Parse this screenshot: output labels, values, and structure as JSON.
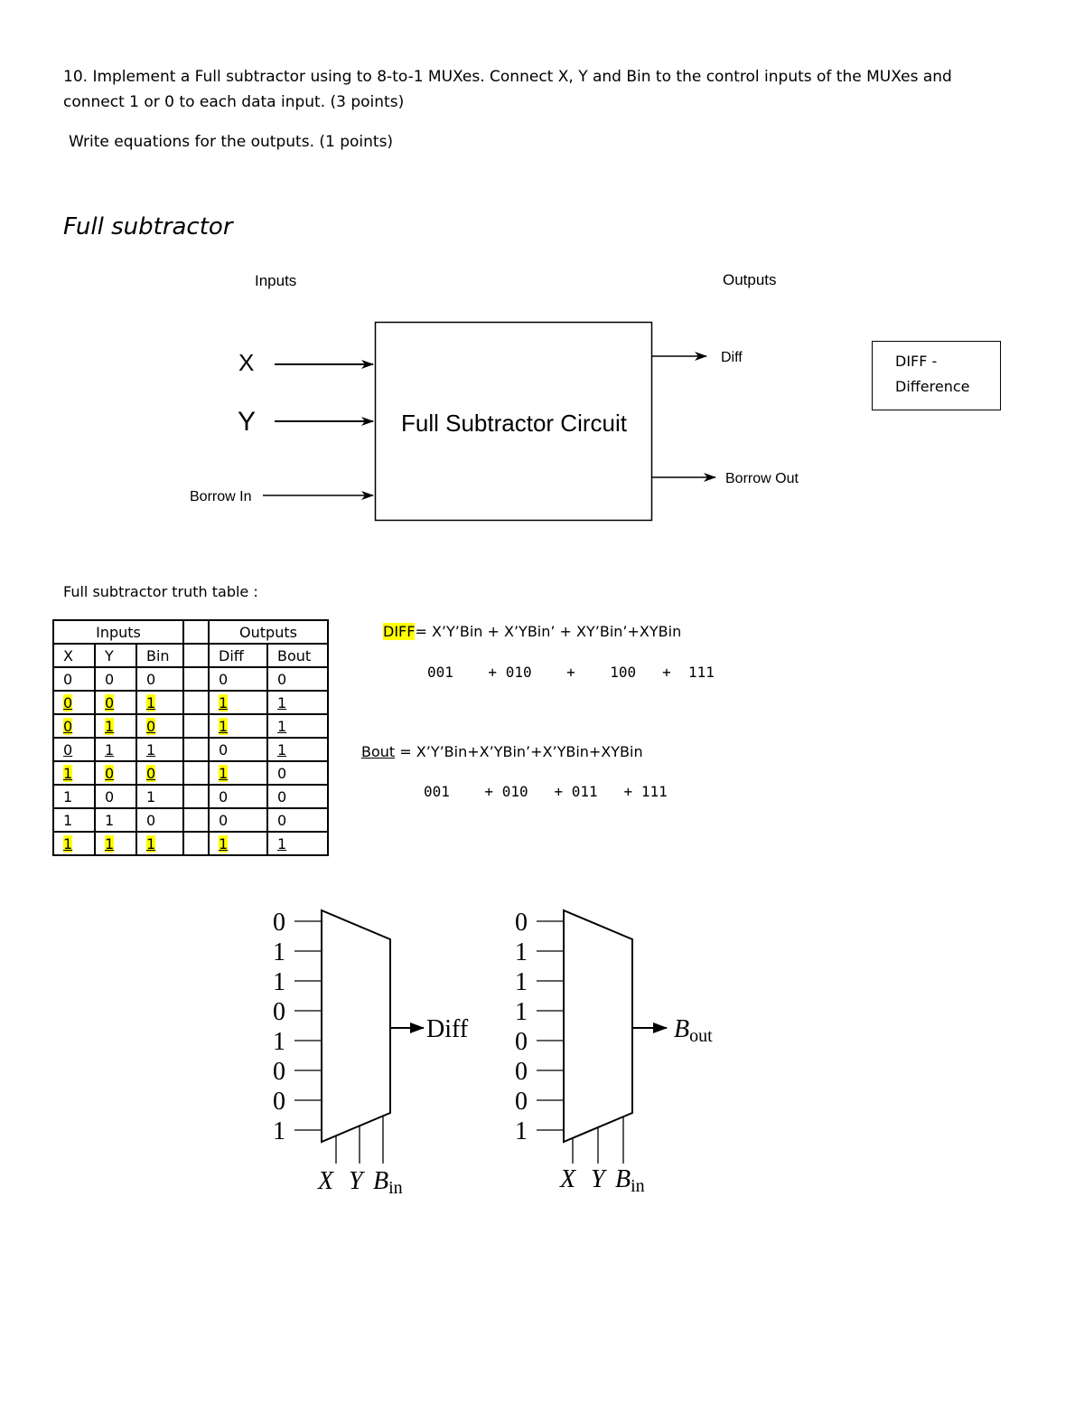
{
  "question": {
    "line1": "10. Implement a Full subtractor using to 8-to-1 MUXes. Connect X, Y and Bin to the control inputs of the MUXes and",
    "line2": "connect 1 or 0 to each data input. (3 points)",
    "line3": "Write equations for the outputs. (1 points)"
  },
  "heading": "Full subtractor",
  "block_diagram": {
    "inputs_label": "Inputs",
    "outputs_label": "Outputs",
    "input_x": "X",
    "input_y": "Y",
    "input_borrow": "Borrow In",
    "circuit_label": "Full Subtractor Circuit",
    "output_diff": "Diff",
    "output_borrow": "Borrow Out"
  },
  "note_box": {
    "line1": "DIFF -",
    "line2": "Difference"
  },
  "table_caption": "Full subtractor truth table :",
  "truth_table": {
    "group_headers": [
      "Inputs",
      "Outputs"
    ],
    "columns": [
      "X",
      "Y",
      "Bin",
      "Diff",
      "Bout"
    ],
    "rows": [
      [
        "0",
        "0",
        "0",
        "0",
        "0"
      ],
      [
        "0",
        "0",
        "1",
        "1",
        "1"
      ],
      [
        "0",
        "1",
        "0",
        "1",
        "1"
      ],
      [
        "0",
        "1",
        "1",
        "0",
        "1"
      ],
      [
        "1",
        "0",
        "0",
        "1",
        "0"
      ],
      [
        "1",
        "0",
        "1",
        "0",
        "0"
      ],
      [
        "1",
        "1",
        "0",
        "0",
        "0"
      ],
      [
        "1",
        "1",
        "1",
        "1",
        "1"
      ]
    ],
    "highlight_color": "#ffff00"
  },
  "equations": {
    "diff_label": "DIFF",
    "diff_expr": "= X’Y’Bin + X’YBin’ + XY’Bin’+XYBin",
    "diff_terms": "001    + 010    +    100   +  111",
    "bout_label": "Bout",
    "bout_expr": " = X’Y’Bin+X’YBin’+X’YBin+XYBin",
    "bout_terms": "001    + 010   + 011   + 111"
  },
  "mux_diff": {
    "inputs": [
      "0",
      "1",
      "1",
      "0",
      "1",
      "0",
      "0",
      "1"
    ],
    "output_label": "Diff",
    "select_x": "X",
    "select_y": "Y",
    "select_b": "B",
    "select_b_sub": "in"
  },
  "mux_bout": {
    "inputs": [
      "0",
      "1",
      "1",
      "1",
      "0",
      "0",
      "0",
      "1"
    ],
    "output_label": "B",
    "output_sub": "out",
    "select_x": "X",
    "select_y": "Y",
    "select_b": "B",
    "select_b_sub": "in"
  }
}
